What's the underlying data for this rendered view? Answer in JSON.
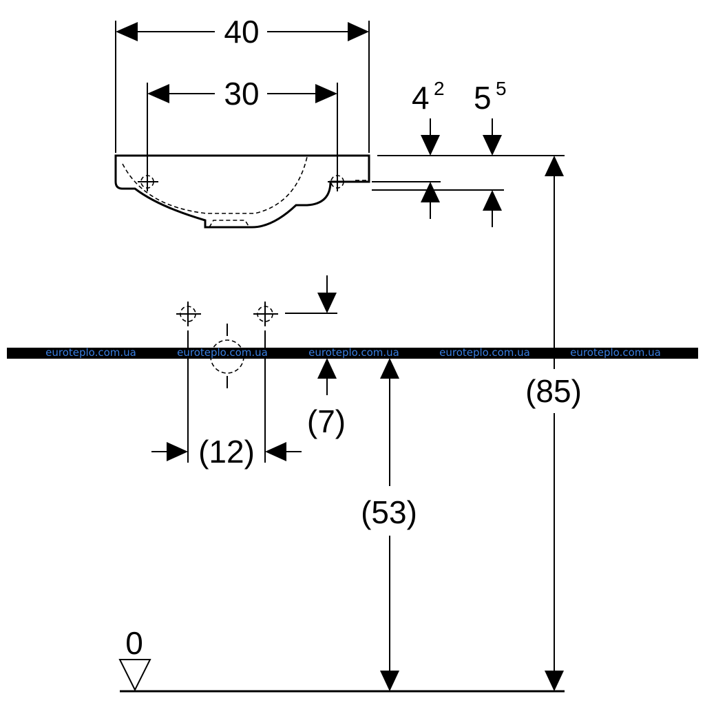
{
  "dimensions": {
    "width_outer": "40",
    "width_holes": "30",
    "rim_a_base": "4",
    "rim_a_sup": "2",
    "rim_b_base": "5",
    "rim_b_sup": "5",
    "total_height": "(85)",
    "waste_height": "(53)",
    "tap_offset": "(7)",
    "tap_spacing": "(12)",
    "floor_level": "0"
  },
  "watermark": {
    "text": "euroteplo.com.ua",
    "repeat": 5,
    "color": "#3a7fe0"
  },
  "colors": {
    "line": "#000000",
    "background": "#ffffff"
  }
}
